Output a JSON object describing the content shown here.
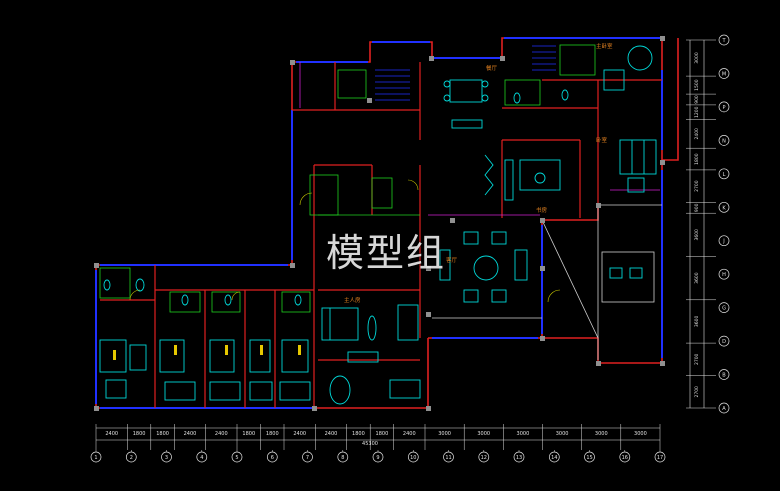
{
  "watermark": "模型组",
  "room_labels": {
    "master_bedroom": "主卧室",
    "dining": "餐厅",
    "study": "书房",
    "room_a": "卧室",
    "living": "客厅",
    "bedroom_large": "主人房"
  },
  "bottom_dimensions": [
    "2400",
    "1800",
    "1800",
    "2400",
    "2400",
    "1800",
    "1800",
    "2400",
    "2400",
    "1800",
    "1800",
    "2400",
    "3000",
    "3000",
    "3000",
    "3000",
    "3000",
    "3000"
  ],
  "bottom_total": "45300",
  "bottom_axes": [
    "1",
    "2",
    "3",
    "4",
    "5",
    "6",
    "7",
    "8",
    "9",
    "10",
    "11",
    "12",
    "13",
    "14",
    "15",
    "16",
    "17"
  ],
  "right_dimensions": [
    "3000",
    "1500",
    "900",
    "1200",
    "2400",
    "1800",
    "2700",
    "900",
    "3600",
    "3600",
    "3600",
    "2700",
    "2700"
  ],
  "right_axes": [
    "T",
    "M",
    "P",
    "N",
    "L",
    "K",
    "J",
    "H",
    "G",
    "D",
    "B",
    "A"
  ],
  "colors": {
    "background": "#000000",
    "wall": "#ff2020",
    "window": "#2030ff",
    "furniture": "#00e0e0",
    "detail": "#ffff00",
    "fixture": "#00ff00",
    "hatch": "#ff00ff",
    "dimension": "#e8e8e8"
  }
}
